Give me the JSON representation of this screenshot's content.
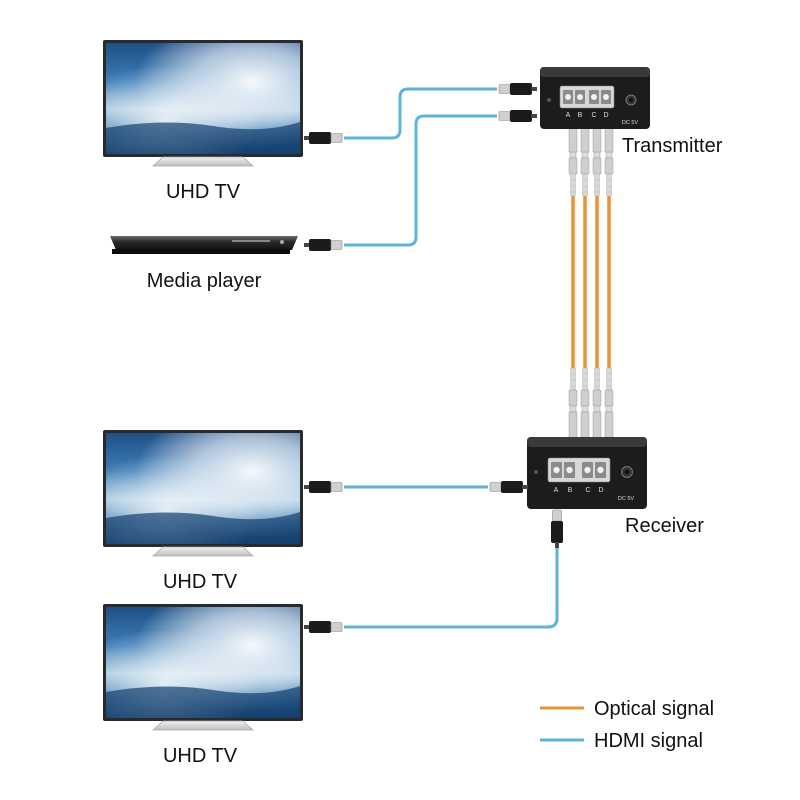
{
  "devices": {
    "tv_top": "UHD TV",
    "media_player": "Media player",
    "tv_middle": "UHD TV",
    "tv_bottom": "UHD TV",
    "transmitter": "Transmitter",
    "receiver": "Receiver"
  },
  "ports": {
    "letters": [
      "A",
      "B",
      "C",
      "D"
    ],
    "dc": "DC 5V"
  },
  "legend": {
    "optical": "Optical signal",
    "hdmi": "HDMI signal"
  },
  "colors": {
    "optical": "#e8923a",
    "hdmi": "#5fb4d6",
    "device_body": "#1c1c1e"
  }
}
